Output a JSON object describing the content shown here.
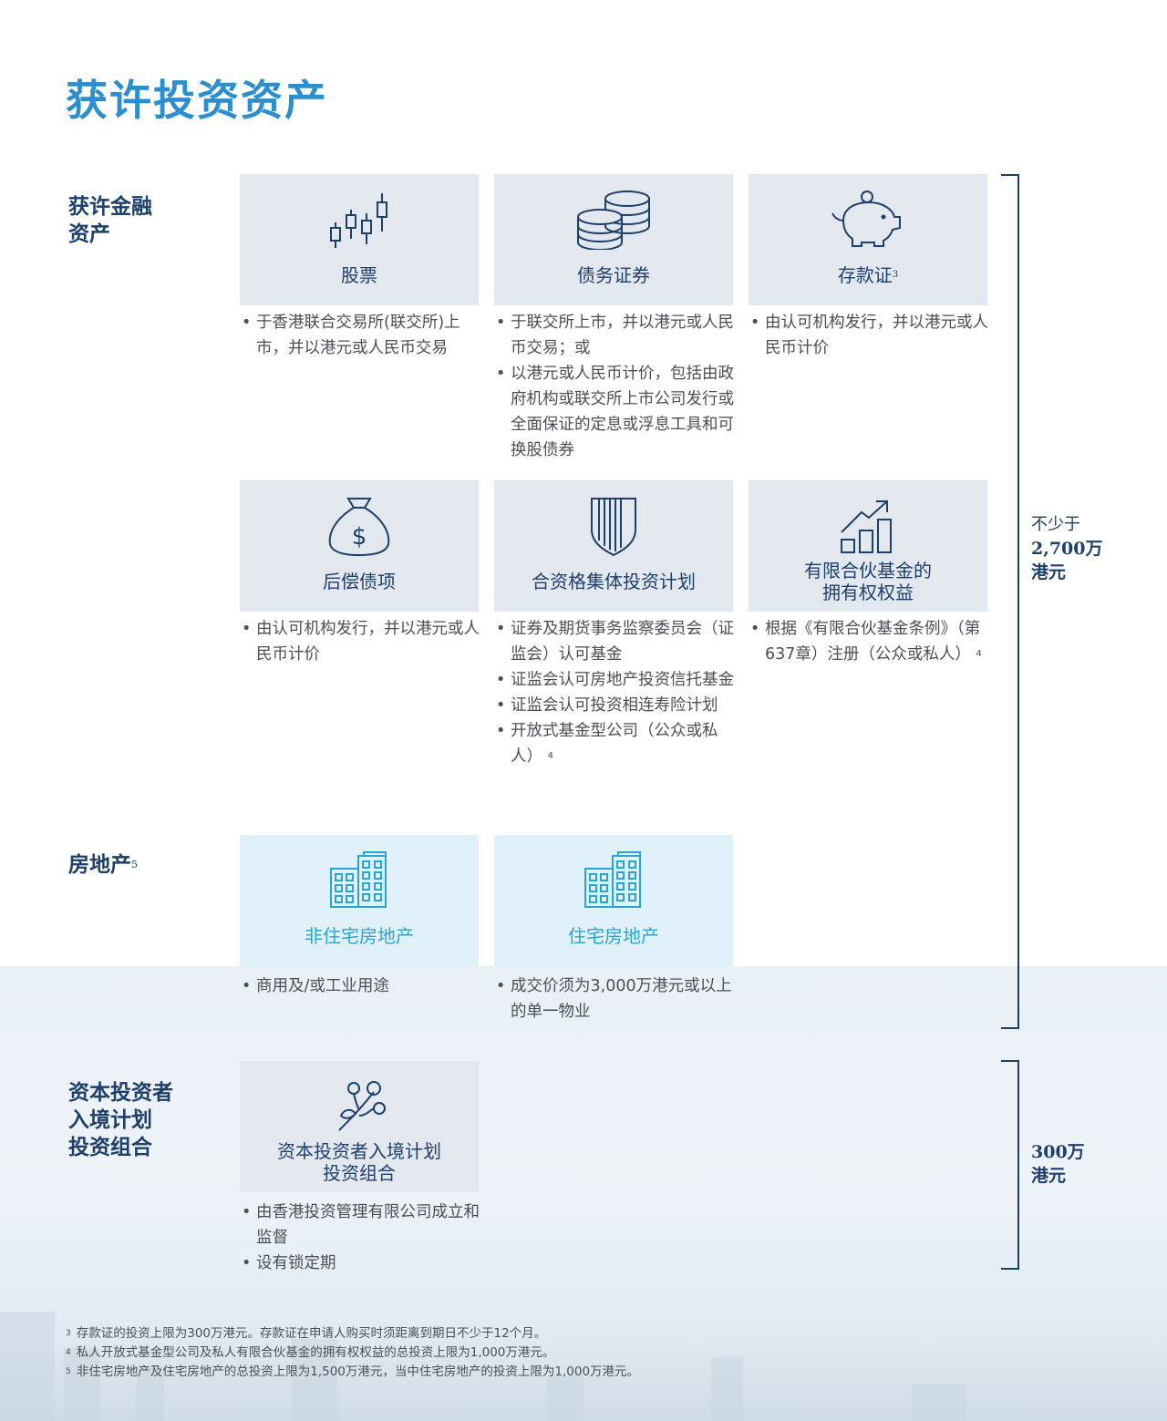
{
  "title": "获许投资资产",
  "rows": {
    "financial": {
      "label_line1": "获许金融",
      "label_line2": "资产"
    },
    "real_estate": {
      "label": "房地产",
      "footnote": "5"
    },
    "cies": {
      "label_line1": "资本投资者",
      "label_line2": "入境计划",
      "label_line3": "投资组合"
    }
  },
  "cards": {
    "stocks": {
      "icon": "candlestick-icon",
      "label": "股票",
      "bullets": [
        "于香港联合交易所(联交所)上市，并以港元或人民币交易"
      ]
    },
    "debt": {
      "icon": "coins-icon",
      "label": "债务证券",
      "bullets": [
        "于联交所上市，并以港元或人民币交易；或",
        "以港元或人民币计价，包括由政府机构或联交所上市公司发行或全面保证的定息或浮息工具和可换股债券"
      ]
    },
    "deposit": {
      "icon": "piggy-bank-icon",
      "label": "存款证",
      "footnote": "3",
      "bullets": [
        "由认可机构发行，并以港元或人民币计价"
      ]
    },
    "subordinated": {
      "icon": "money-bag-icon",
      "label": "后偿债项",
      "bullets": [
        "由认可机构发行，并以港元或人民币计价"
      ]
    },
    "cis": {
      "icon": "shield-icon",
      "label": "合资格集体投资计划",
      "bullets": [
        "证券及期货事务监察委员会（证监会）认可基金",
        "证监会认可房地产投资信托基金",
        "证监会认可投资相连寿险计划",
        "开放式基金型公司（公众或私人）"
      ],
      "bullet4_footnote": "4"
    },
    "lpf": {
      "icon": "growth-chart-icon",
      "label_line1": "有限合伙基金的",
      "label_line2": "拥有权权益",
      "bullets": [
        "根据《有限合伙基金条例》（第637章）注册（公众或私人）"
      ],
      "bullet_footnote": "4"
    },
    "non_residential": {
      "icon": "buildings-icon",
      "label": "非住宅房地产",
      "bullets": [
        "商用及/或工业用途"
      ]
    },
    "residential": {
      "icon": "buildings-icon",
      "label": "住宅房地产",
      "bullets": [
        "成交价须为3,000万港元或以上的单一物业"
      ]
    },
    "cies_portfolio": {
      "icon": "plant-icon",
      "label_line1": "资本投资者入境计划",
      "label_line2": "投资组合",
      "bullets": [
        "由香港投资管理有限公司成立和监督",
        "设有锁定期"
      ]
    }
  },
  "amounts": {
    "upper": {
      "prefix": "不少于",
      "value": "2,700万",
      "unit": "港元"
    },
    "lower": {
      "value": "300万",
      "unit": "港元"
    }
  },
  "footnotes": [
    {
      "num": "3",
      "text": "存款证的投资上限为300万港元。存款证在申请人购买时须距离到期日不少于12个月。"
    },
    {
      "num": "4",
      "text": "私人开放式基金型公司及私人有限合伙基金的拥有权权益的总投资上限为1,000万港元。"
    },
    {
      "num": "5",
      "text": "非住宅房地产及住宅房地产的总投资上限为1,500万港元，当中住宅房地产的投资上限为1,000万港元。"
    }
  ],
  "colors": {
    "title": "#2b8fcf",
    "navy": "#1d3f6b",
    "card_grey": "#e3e8ef",
    "card_light_blue": "#e1f1f9",
    "accent_light_blue": "#2aa3d6",
    "body_text": "#4b4f55"
  }
}
